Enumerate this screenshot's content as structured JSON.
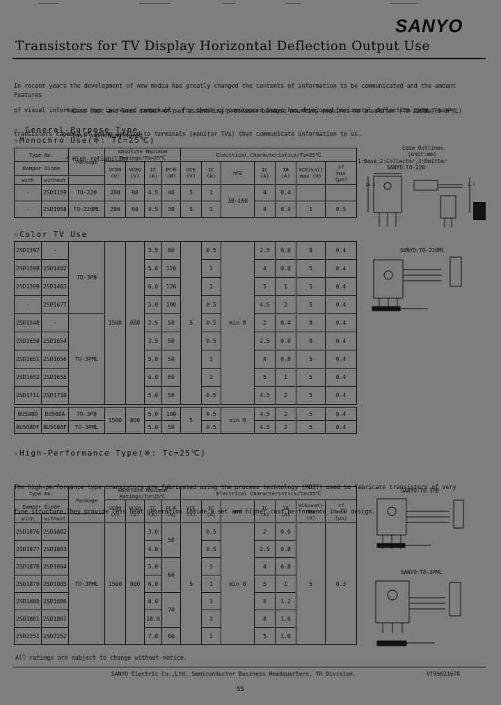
{
  "brand": "SANYO",
  "title": "Transistors for TV Display Horizontal Deflection Output Use",
  "intro": [
    "In recent years the development of new media has greatly changed the contents of information to be communicated and the amount",
    "of visual information has increased remarkably. For these circumstances Sanyo has developed horizontal deflection output-use",
    "transistors capable of being applied to terminals (monitor TVs) that communicate information to us."
  ],
  "features_label": "Features",
  "features": [
    "Less cost and less number of set assembling processes because mounting requires no insulator (TO-220ML,TO-3PML)",
    "Fast switching speed",
    "High reliability"
  ],
  "section1": {
    "title": "General-Purpose Type",
    "subtitle": "Monochro Use(※: Tc=25℃)"
  },
  "section2": {
    "title": "Color TV Use"
  },
  "section3": {
    "title": "High-Performance Type(※: Tc=25℃)"
  },
  "hp_intro": [
    "The high-performance type transistors are fabricated using the process technology (MBIT) used to fabricate transistors of very",
    "fine structure.They provide less heat generation inside a set and higher cost performance in TV design."
  ],
  "headers": {
    "type_no": "Type No.",
    "damper_diode": "Damper Diode",
    "with": "with",
    "without": "without",
    "package": "Package",
    "abs_max": "Absolute Maximum",
    "ratings": "Ratings/Ta=25℃",
    "elec": "Electrical Characteristics/Ta=25℃",
    "vcbo": "VCBO",
    "vceo": "VCEO",
    "ic": "IC",
    "pc": "PC※",
    "vce": "VCE",
    "hfe": "hFE",
    "ib": "IB",
    "vcesat": "VCE(sat)",
    "max": "max",
    "tf": "tf",
    "u_v": "(V)",
    "u_a": "(A)",
    "u_w": "(W)",
    "u_us": "(μs)"
  },
  "mono_rows": [
    [
      "-",
      "2SD1159",
      "TO-220",
      "200",
      "60",
      "4.5",
      "40",
      "5",
      "1",
      "",
      "4",
      "0.4",
      "",
      ""
    ],
    [
      "-",
      "2SD1958",
      "TO-220ML",
      "200",
      "60",
      "4.5",
      "30",
      "5",
      "1",
      "",
      "4",
      "0.4",
      "1",
      "0.5"
    ]
  ],
  "mono_hfe": "30~160",
  "color_rows": [
    [
      "2SD1397",
      "-",
      "3.5",
      "80",
      "0.5",
      "2.5",
      "0.8",
      "8",
      "0.4"
    ],
    [
      "2SD1398",
      "2SD1402",
      "5.0",
      "120",
      "1",
      "4",
      "0.8",
      "5",
      "0.4"
    ],
    [
      "2SD1399",
      "2SD1403",
      "6.0",
      "120",
      "1",
      "5",
      "1",
      "5",
      "0.4"
    ],
    [
      "-",
      "2SD1677",
      "5.0",
      "100",
      "0.5",
      "4.5",
      "2",
      "5",
      "0.4"
    ],
    [
      "2SD1548",
      "-",
      "2.5",
      "50",
      "0.5",
      "2",
      "0.4",
      "8",
      "0.4"
    ],
    [
      "2SD1650",
      "2SD1654",
      "3.5",
      "50",
      "0.5",
      "2.5",
      "0.8",
      "8",
      "0.4"
    ],
    [
      "2SD1651",
      "2SD1656",
      "5.0",
      "50",
      "1",
      "4",
      "0.8",
      "5",
      "0.4"
    ],
    [
      "2SD1652",
      "2SD1656",
      "6.0",
      "60",
      "1",
      "5",
      "1",
      "5",
      "0.4"
    ],
    [
      "2SD1711",
      "2SD1710",
      "5.0",
      "50",
      "0.5",
      "4.5",
      "2",
      "5",
      "0.4"
    ]
  ],
  "color_pkg": [
    "TO-3PB",
    "TO-3PML"
  ],
  "color_common": {
    "vcbo": "1500",
    "vceo": "600",
    "vce": "5",
    "hfe": "min 8"
  },
  "bu_rows": [
    [
      "BU508D",
      "BU508A",
      "TO-3PB",
      "5.0",
      "100",
      "0.5",
      "4.5",
      "2",
      "5",
      "0.4"
    ],
    [
      "BU508DF",
      "BU508AF",
      "TO-3PML",
      "5.0",
      "50",
      "0.5",
      "4.5",
      "2",
      "5",
      "0.4"
    ]
  ],
  "bu_common": {
    "vcbo": "1500",
    "vceo": "800",
    "vce": "5",
    "hfe": "min 8"
  },
  "hp_rows": [
    [
      "2SD1876",
      "2SD1882",
      "3.0",
      "0.5",
      "2",
      "0.6"
    ],
    [
      "2SD1877",
      "2SD1883",
      "4.0",
      "0.5",
      "2.5",
      "0.8"
    ],
    [
      "2SD1878",
      "2SD1884",
      "5.0",
      "1",
      "4",
      "0.8"
    ],
    [
      "2SD1879",
      "2SD1885",
      "6.0",
      "1",
      "5",
      "1"
    ],
    [
      "2SD1880",
      "2SD1886",
      "8.0",
      "1",
      "6",
      "1.2"
    ],
    [
      "2SD1881",
      "2SD1887",
      "10.0",
      "1",
      "8",
      "1.6"
    ],
    [
      "2SD2251",
      "2SD2252",
      "7.0",
      "1",
      "5",
      "1.0"
    ]
  ],
  "hp_common": {
    "pkg": "TO-3PML",
    "vcbo": "1500",
    "vceo": "800",
    "vce": "5",
    "hfe": "min 8",
    "vcesat": "5",
    "tf": "0.3",
    "pc_a": "50",
    "pc_b": "60",
    "pc_c": "70",
    "pc_d": "60"
  },
  "packages": {
    "outline_title": "Case Outlines",
    "outline_unit": "(unit:mm)",
    "pin_legend": "1:Base,2:Collector,3:Emitter",
    "p1": "SANYO:TO-220",
    "p2": "SANYO:TO-220ML",
    "p3": "SANYO:TO-3PB",
    "p4": "SANYO:TO-3PML"
  },
  "note": "All ratings are subject to change without notice.",
  "footer": "SANYO Electric Co.,Ltd. Semiconductor Business Headquarters, TR Division.",
  "doc_code": "VT950216TR",
  "page_number": "55"
}
